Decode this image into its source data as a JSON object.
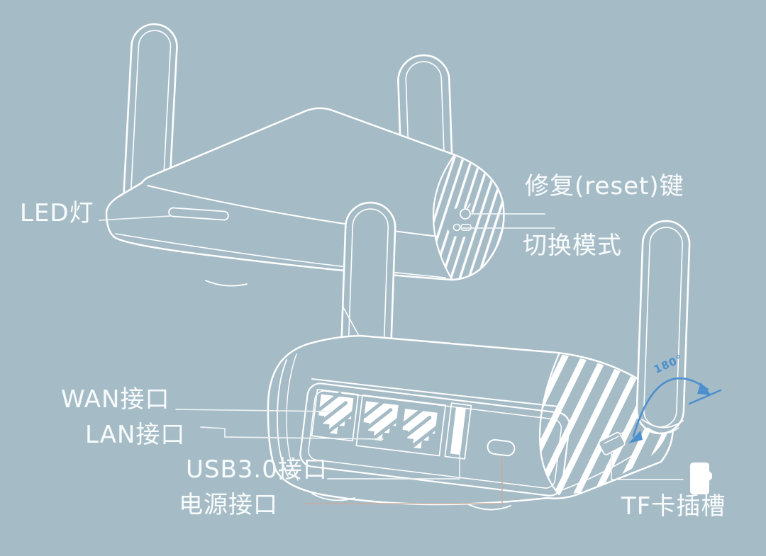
{
  "diagram": {
    "subject": "travel-router-two-views-line-art",
    "background_color": "#a5bbc6",
    "line_color": "#ffffff",
    "accent_blue": "#4c8fcf",
    "power_leader_color": "#c9ac9c"
  },
  "labels": {
    "led": {
      "text": "LED灯"
    },
    "reset": {
      "text": "修复(reset)键"
    },
    "mode_switch": {
      "text": "切换模式"
    },
    "wan": {
      "text": "WAN接口"
    },
    "lan": {
      "text": "LAN接口"
    },
    "usb": {
      "text": "USB3.0接口"
    },
    "power": {
      "text": "电源接口"
    },
    "tf_slot": {
      "text": "TF卡插槽"
    },
    "rotation_angle": {
      "text": "180°"
    }
  },
  "icons": {
    "tf_card": "microsd-card-icon",
    "tf_slot_mark": "tf-slot-icon",
    "rotation_arrow": "rotation-arrow-icon"
  }
}
